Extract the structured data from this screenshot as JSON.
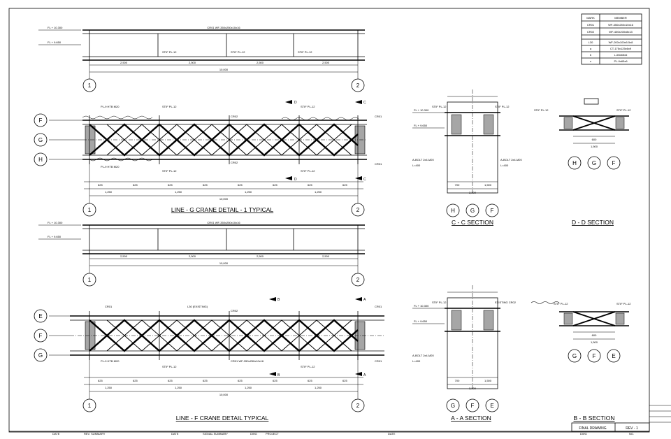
{
  "member_table": {
    "headers": [
      "MARK",
      "MEMBER"
    ],
    "rows": [
      [
        "CR01",
        "WF-350x250x10x16"
      ],
      [
        "CR02",
        "WF-400x200x8x13"
      ],
      [
        "",
        ""
      ],
      [
        "L30",
        "WF-200x100x5.5x8"
      ],
      [
        "a",
        "CT-175x125x6x9"
      ],
      [
        "b",
        "L-65x65x6"
      ],
      [
        "c",
        "PL-9x65x6"
      ]
    ]
  },
  "views": {
    "g_title": "LINE - G CRANE DETAIL - 1 TYPICAL",
    "f_title": "LINE - F CRANE DETAIL TYPICAL",
    "cc_title": "C - C SECTION",
    "dd_title": "D - D SECTION",
    "aa_title": "A - A SECTION",
    "bb_title": "B - B SECTION"
  },
  "grid_labels": {
    "g_rows": [
      "F",
      "G",
      "H"
    ],
    "f_rows": [
      "E",
      "F",
      "G"
    ],
    "cols": [
      "1",
      "2"
    ],
    "cc_bubbles": [
      "H",
      "G",
      "F"
    ],
    "dd_bubbles": [
      "H",
      "G",
      "F"
    ],
    "aa_bubbles": [
      "G",
      "F",
      "E"
    ],
    "bb_bubbles": [
      "G",
      "F",
      "E"
    ]
  },
  "markers": {
    "d": "D",
    "c": "C",
    "a": "A",
    "b": "B"
  },
  "dims": {
    "fl_top": "FL + 10.300",
    "fl_low": "FL + 9.650",
    "beam_top": "CR01 WF-350x250x10x16",
    "span_seg": "2,500",
    "total": "10,000",
    "sub_a": "625",
    "sub_b": "1,250",
    "stif": "STIF PL-12",
    "existing": "EXISTING CR02",
    "bolt": "A-BOLT 2x4-M20",
    "bolt_len": "L=400",
    "w_a": "700",
    "w_b": "1,500",
    "w_tot": "2,200",
    "dd_w": "1,500",
    "dd_a": "600",
    "fpl": "PL-9 HTB M20",
    "cr02": "CR02",
    "cr01": "CR01",
    "l30": "L30 (EXISTING)"
  },
  "title_block": {
    "status": "FINAL DRAWING",
    "rev": "REV - 1",
    "cols": [
      "DATE",
      "REV. SUMMARY",
      "DATE",
      "SIGNAL SUMMARY",
      "DWG",
      "PROJECT",
      "DATE",
      "DWG",
      "NO."
    ]
  }
}
